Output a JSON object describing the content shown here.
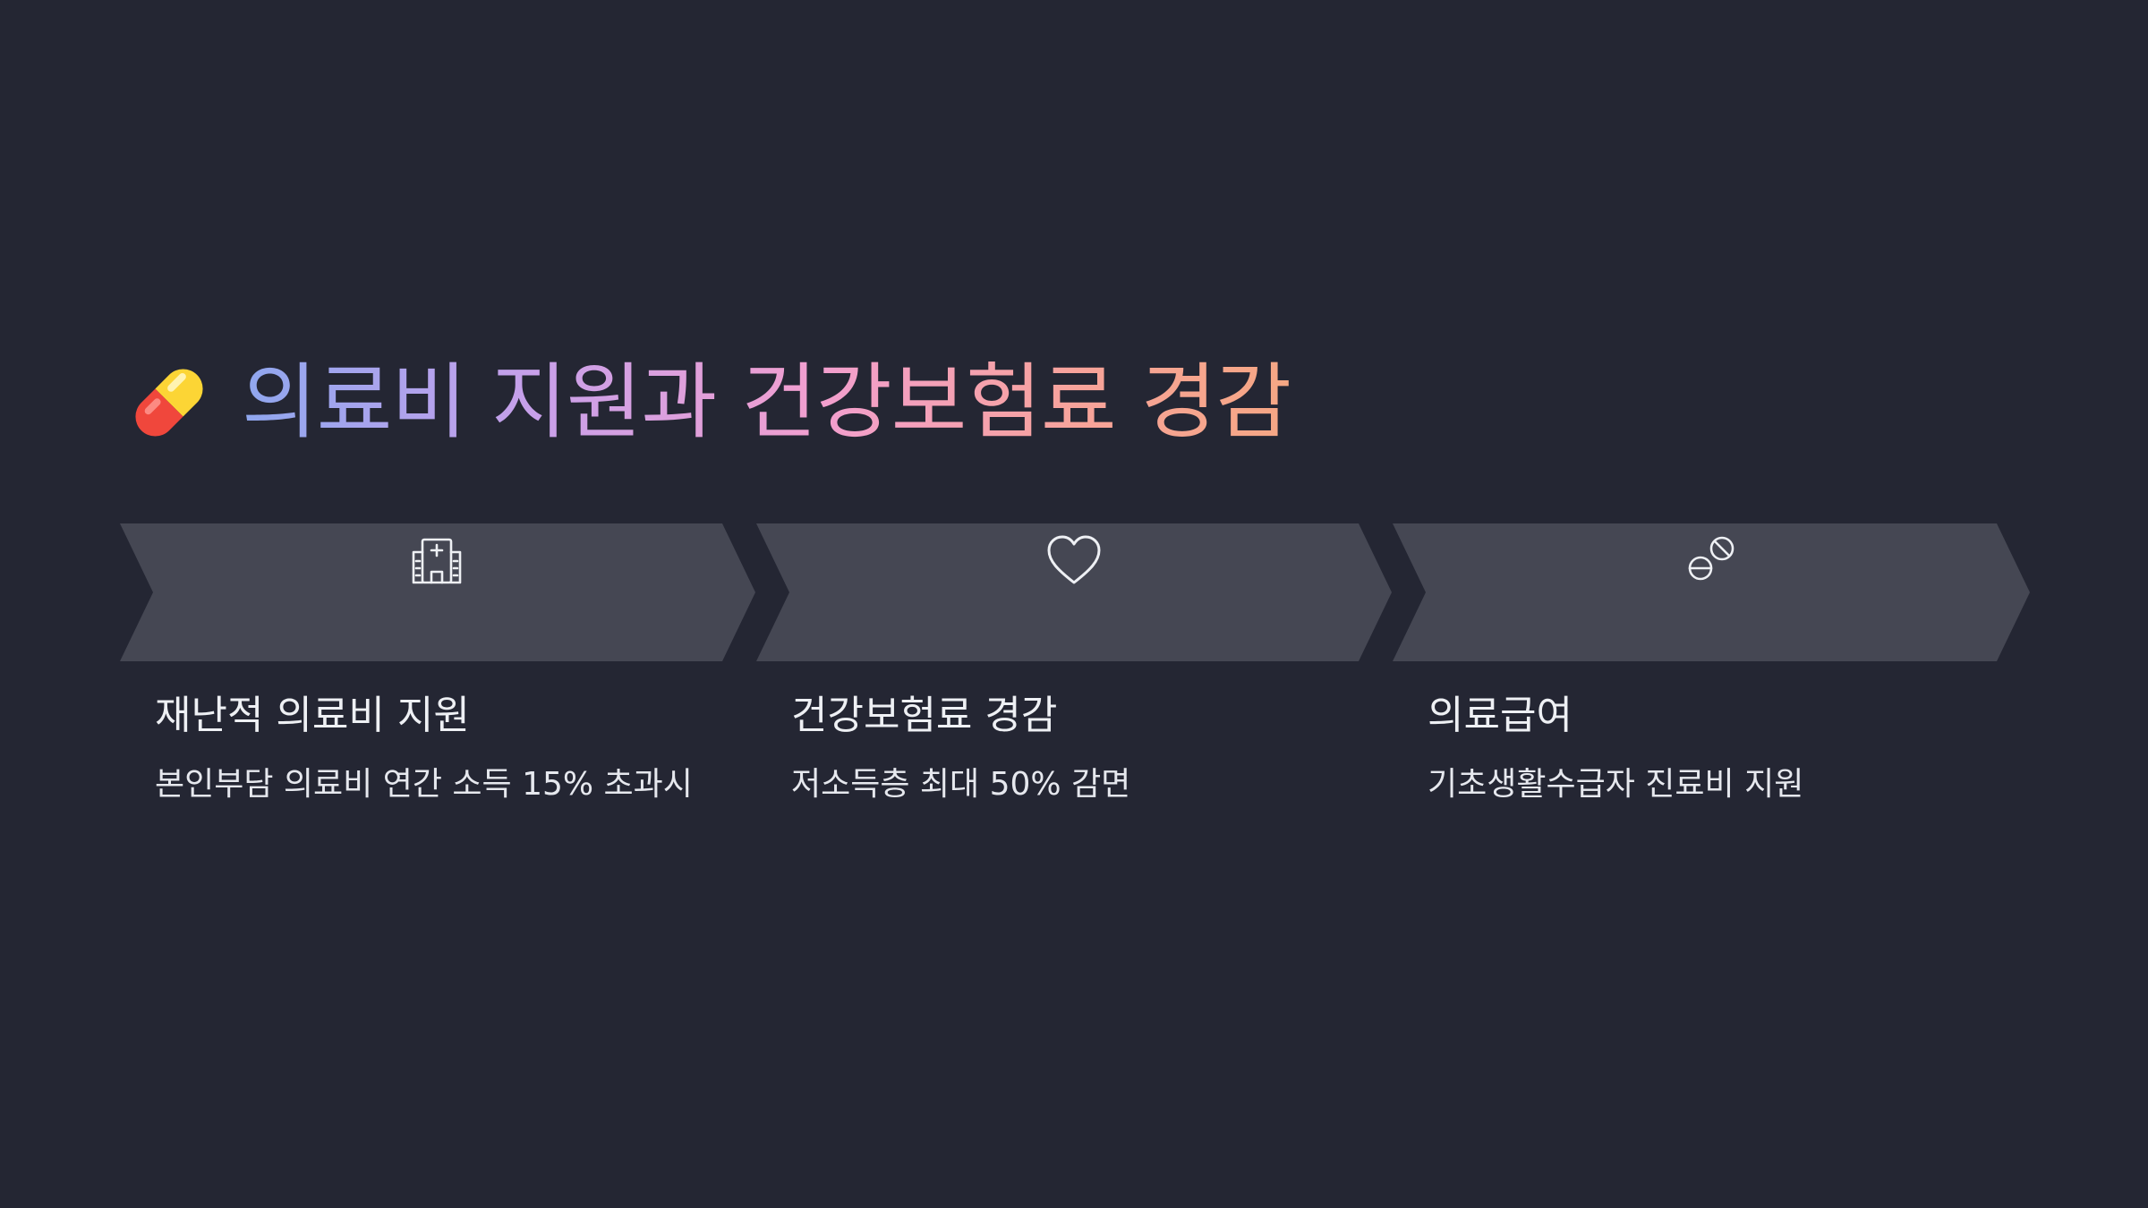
{
  "title": {
    "emoji": "💊",
    "text": "의료비 지원과 건강보험료 경감"
  },
  "theme": {
    "background": "#242633",
    "chevron_fill": "#454753",
    "icon_color": "#eef0f4",
    "title_gradient": [
      "#8fa7ef",
      "#c8a0ea",
      "#f29fcf",
      "#f7a39a",
      "#f5a784"
    ]
  },
  "steps": [
    {
      "icon": "hospital-icon",
      "title": "재난적 의료비 지원",
      "description": "본인부담 의료비 연간 소득 15% 초과시"
    },
    {
      "icon": "heart-icon",
      "title": "건강보험료 경감",
      "description": "저소득층 최대 50% 감면"
    },
    {
      "icon": "pills-icon",
      "title": "의료급여",
      "description": "기초생활수급자 진료비 지원"
    }
  ]
}
